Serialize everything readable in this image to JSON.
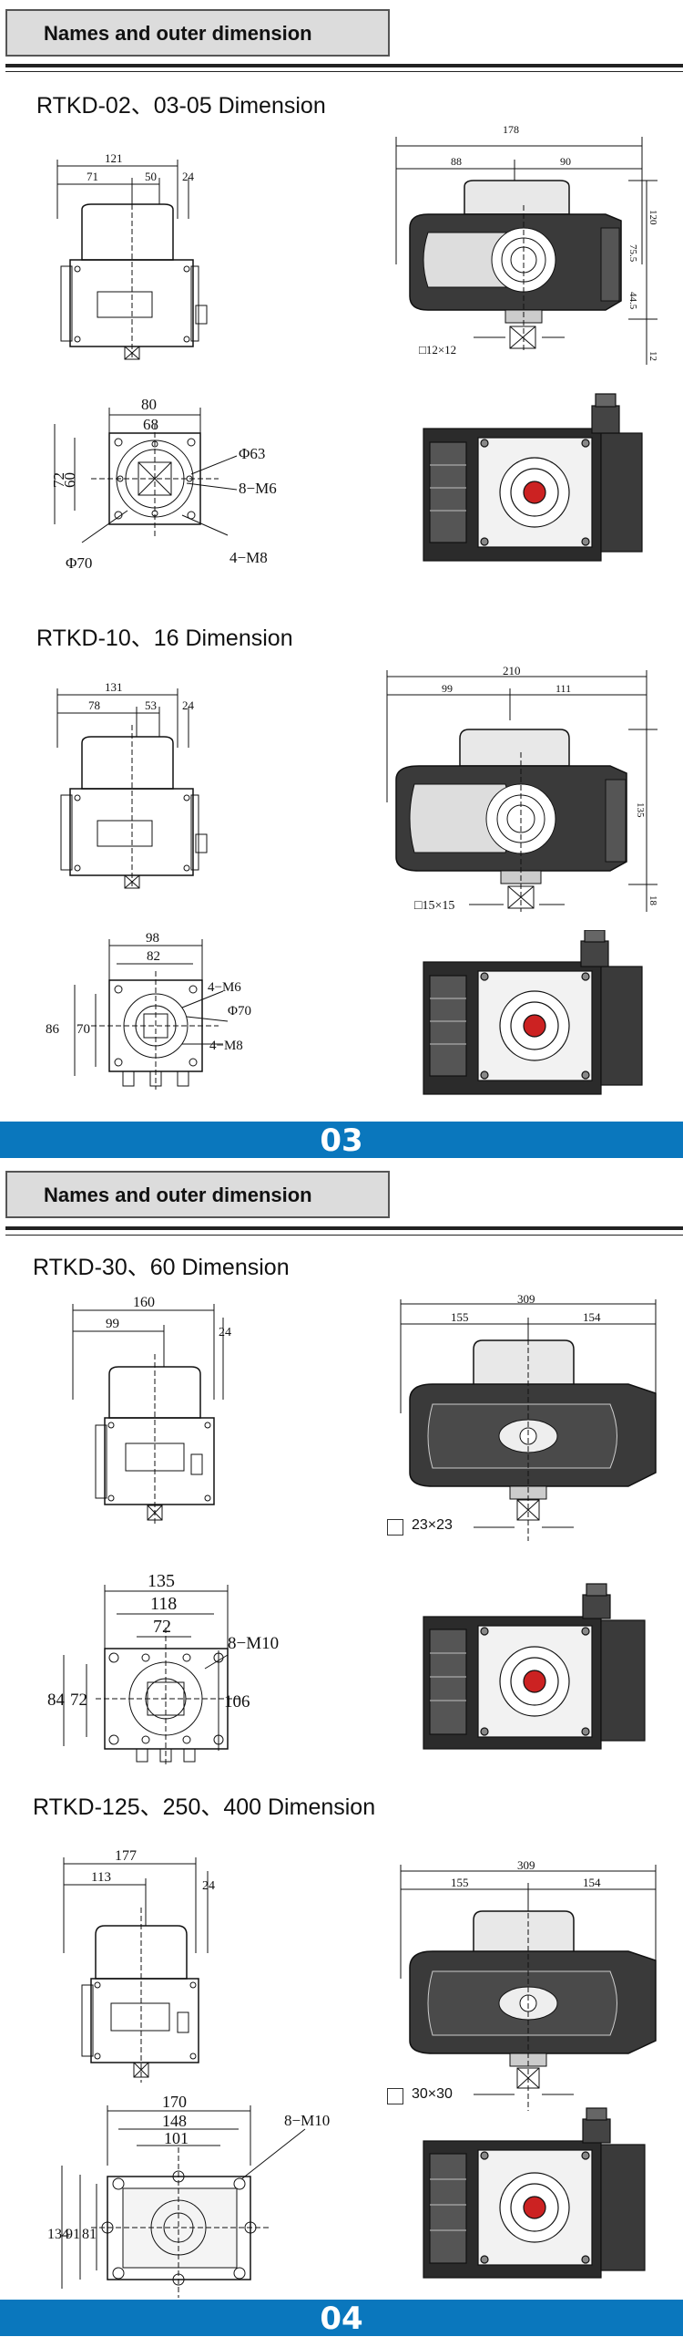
{
  "page1": {
    "header": "Names and outer dimension",
    "page_number": "03",
    "sections": [
      {
        "title": "RTKD-02、03-05 Dimension",
        "side": {
          "total": "121",
          "a": "71",
          "b": "50",
          "c": "24"
        },
        "front": {
          "total": "178",
          "a": "88",
          "b": "90",
          "h1": "75.5",
          "h2": "44.5",
          "h3": "120",
          "h4": "12",
          "square": "□12×12"
        },
        "flange": {
          "w1": "80",
          "w2": "68",
          "h1": "72",
          "h2": "60",
          "d1": "Φ63",
          "d2": "Φ70",
          "t1": "8−M6",
          "t2": "4−M8"
        }
      },
      {
        "title": "RTKD-10、16 Dimension",
        "side": {
          "total": "131",
          "a": "78",
          "b": "53",
          "c": "24"
        },
        "front": {
          "total": "210",
          "a": "99",
          "b": "111",
          "h1": "135",
          "h2": "18",
          "square": "□15×15"
        },
        "flange": {
          "w1": "98",
          "w2": "82",
          "h1": "86",
          "h2": "70",
          "d1": "Φ70",
          "t1": "4−M6",
          "t2": "4−M8"
        }
      }
    ]
  },
  "page2": {
    "header": "Names and outer dimension",
    "page_number": "04",
    "sections": [
      {
        "title": "RTKD-30、60 Dimension",
        "side": {
          "total": "160",
          "a": "99",
          "c": "24"
        },
        "front": {
          "total": "309",
          "a": "155",
          "b": "154",
          "square": "23×23"
        },
        "flange": {
          "w1": "135",
          "w2": "118",
          "w3": "72",
          "h1": "84",
          "h2": "72",
          "h3": "106",
          "t1": "8−M10"
        }
      },
      {
        "title": "RTKD-125、250、400 Dimension",
        "side": {
          "total": "177",
          "a": "113",
          "c": "24"
        },
        "front": {
          "total": "309",
          "a": "155",
          "b": "154",
          "square": "30×30"
        },
        "flange": {
          "w1": "170",
          "w2": "148",
          "w3": "101",
          "h1": "134",
          "h2": "91",
          "h3": "81",
          "t1": "8−M10"
        }
      }
    ]
  },
  "colors": {
    "accent": "#0a77bd",
    "header_bg": "#dcdcdc",
    "body_dark": "#2a2a2a"
  }
}
